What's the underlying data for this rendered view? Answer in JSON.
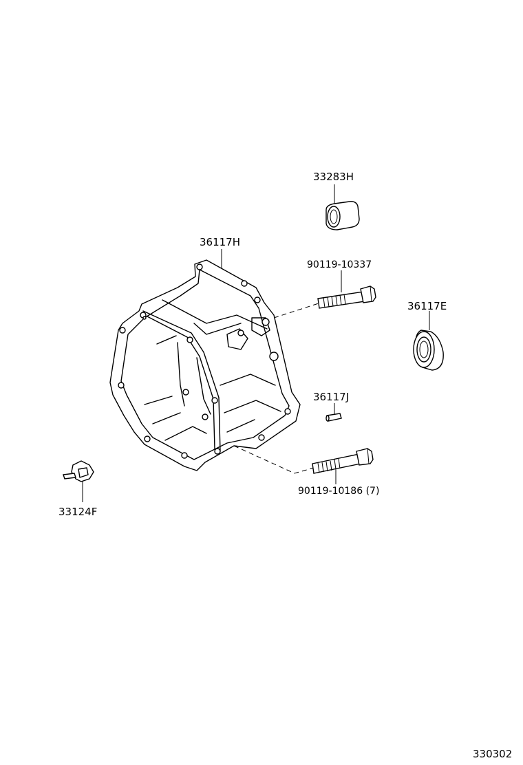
{
  "labels": {
    "part_33283H": "33283H",
    "part_36117H": "36117H",
    "part_90119_10337": "90119-10337",
    "part_36117E": "36117E",
    "part_36117J": "36117J",
    "part_90119_10186": "90119-10186 (7)",
    "part_33124F": "33124F",
    "diagram_number": "330302"
  }
}
